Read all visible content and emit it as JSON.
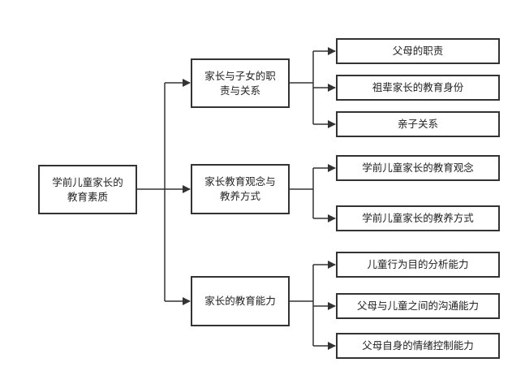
{
  "diagram": {
    "root": {
      "label": "学前儿童家长的\n教育素质"
    },
    "branches": [
      {
        "label": "家长与子女的职\n责与关系",
        "leaves": [
          "父母的职责",
          "祖辈家长的教育身份",
          "亲子关系"
        ]
      },
      {
        "label": "家长教育观念与\n教养方式",
        "leaves": [
          "学前儿童家长的教育观念",
          "学前儿童家长的教养方式"
        ]
      },
      {
        "label": "家长的教育能力",
        "leaves": [
          "儿童行为目的分析能力",
          "父母与儿童之间的沟通能力",
          "父母自身的情绪控制能力"
        ]
      }
    ],
    "line_color": "#333333"
  }
}
